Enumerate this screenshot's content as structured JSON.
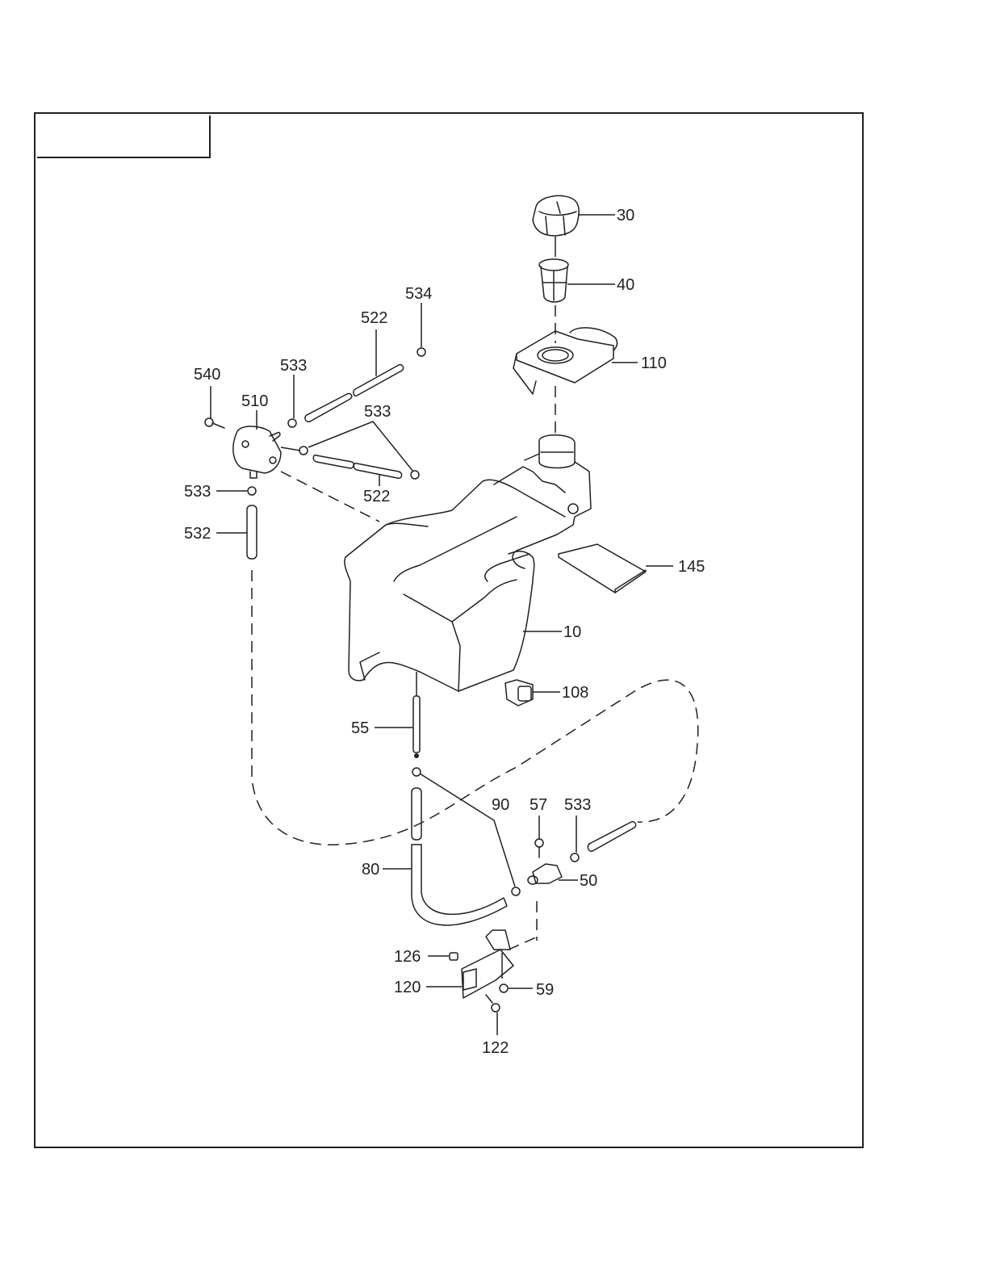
{
  "title_box": {
    "text": ""
  },
  "diagram": {
    "type": "exploded-parts-view",
    "subject": "fuel tank assembly",
    "callouts": [
      {
        "id": "c30",
        "number": "30",
        "part": "fuel-cap"
      },
      {
        "id": "c40",
        "number": "40",
        "part": "fuel-strainer"
      },
      {
        "id": "c110",
        "number": "110",
        "part": "tank-cover-plate"
      },
      {
        "id": "c534",
        "number": "534",
        "part": "hose-clamp"
      },
      {
        "id": "c522a",
        "number": "522",
        "part": "fuel-hose"
      },
      {
        "id": "c533a",
        "number": "533",
        "part": "hose-clamp"
      },
      {
        "id": "c540",
        "number": "540",
        "part": "bolt"
      },
      {
        "id": "c510",
        "number": "510",
        "part": "fuel-pump"
      },
      {
        "id": "c533b",
        "number": "533",
        "part": "hose-clamp"
      },
      {
        "id": "c522b",
        "number": "522",
        "part": "fuel-hose"
      },
      {
        "id": "c533c",
        "number": "533",
        "part": "hose-clamp"
      },
      {
        "id": "c532",
        "number": "532",
        "part": "fuel-hose"
      },
      {
        "id": "c145",
        "number": "145",
        "part": "pad"
      },
      {
        "id": "c10",
        "number": "10",
        "part": "fuel-tank"
      },
      {
        "id": "c108",
        "number": "108",
        "part": "grommet"
      },
      {
        "id": "c55",
        "number": "55",
        "part": "fuel-pickup"
      },
      {
        "id": "c90",
        "number": "90",
        "part": "hose-clamp"
      },
      {
        "id": "c57",
        "number": "57",
        "part": "screw"
      },
      {
        "id": "c533d",
        "number": "533",
        "part": "hose-clamp"
      },
      {
        "id": "c80",
        "number": "80",
        "part": "fuel-hose"
      },
      {
        "id": "c50",
        "number": "50",
        "part": "fuel-valve"
      },
      {
        "id": "c126",
        "number": "126",
        "part": "bushing"
      },
      {
        "id": "c120",
        "number": "120",
        "part": "bracket"
      },
      {
        "id": "c59",
        "number": "59",
        "part": "nut"
      },
      {
        "id": "c122",
        "number": "122",
        "part": "bolt"
      }
    ]
  }
}
